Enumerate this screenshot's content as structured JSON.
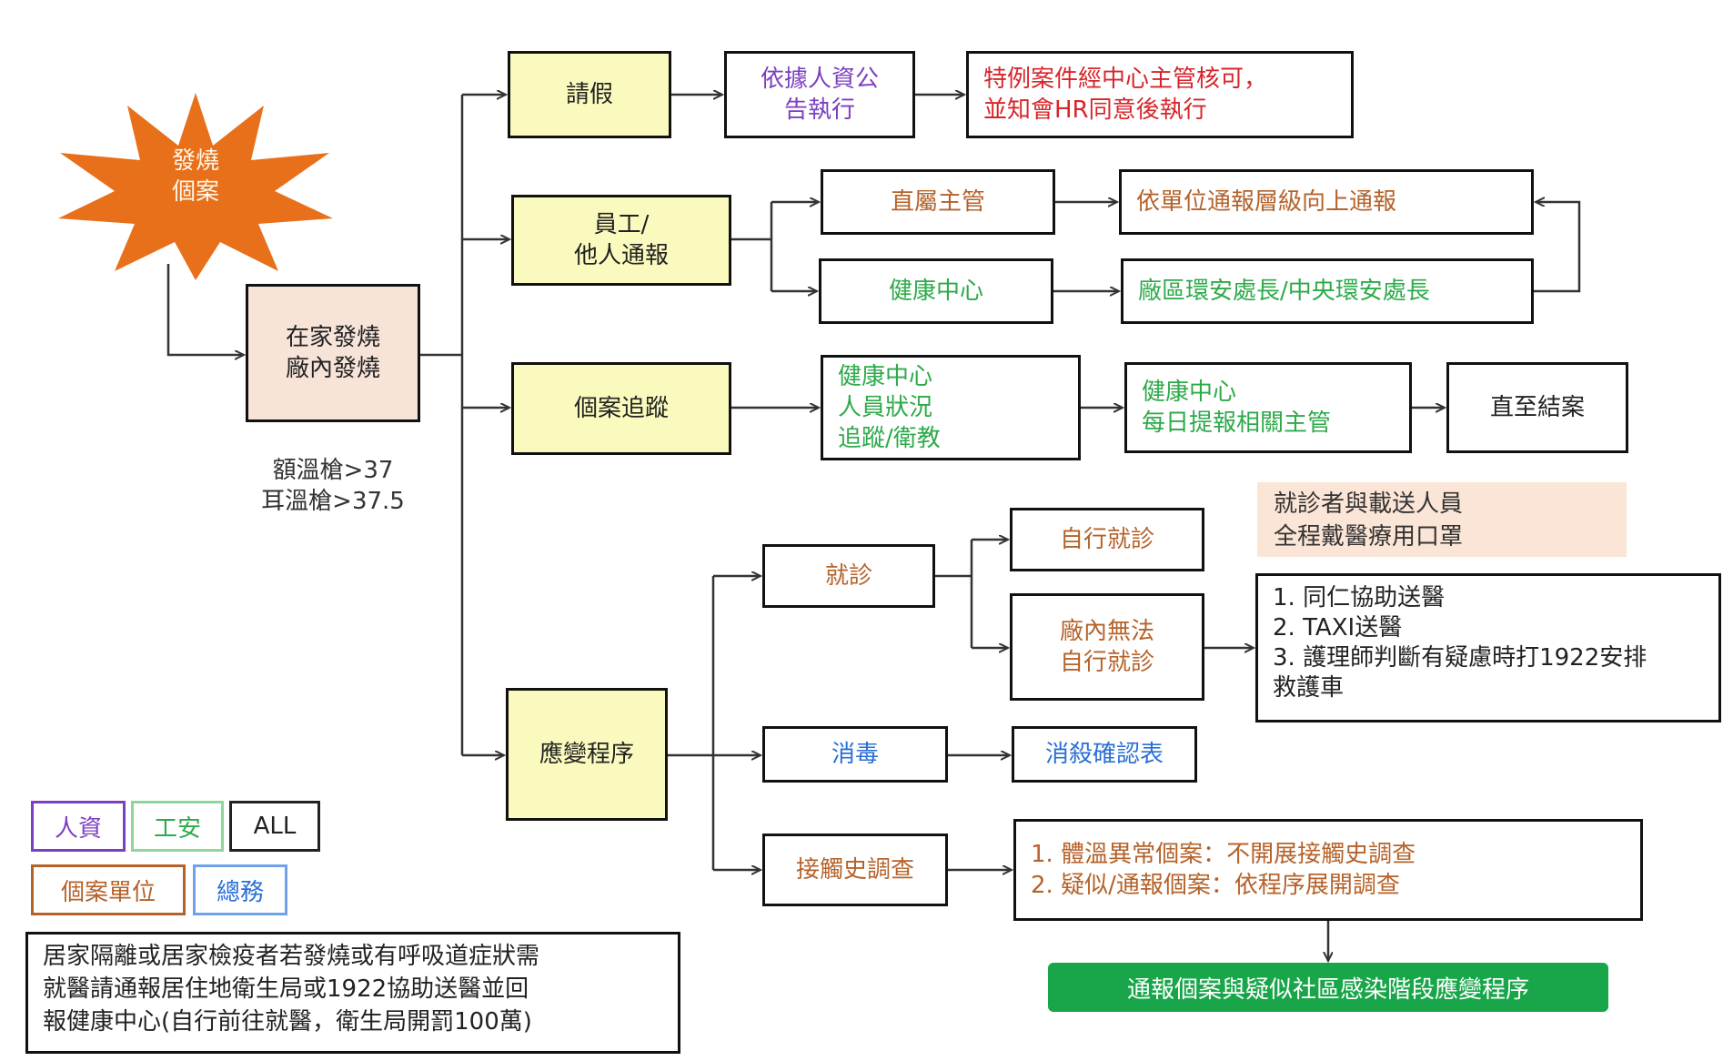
{
  "start": {
    "label": "發燒\n個案",
    "color": "#e8701a"
  },
  "home_factory": "在家發燒\n廠內發燒",
  "thermometer_note": "額溫槍>37\n耳溫槍>37.5",
  "branches": {
    "leave": "請假",
    "report": "員工/\n他人通報",
    "tracking": "個案追蹤",
    "response": "應變程序"
  },
  "leave_flow": {
    "hr_notice": "依據人資公\n告執行",
    "special": "特例案件經中心主管核可，\n並知會HR同意後執行"
  },
  "report_flow": {
    "supervisor": "直屬主管",
    "escalate": "依單位通報層級向上通報",
    "health_center": "健康中心",
    "safety_chief": "廠區環安處長/中央環安處長"
  },
  "tracking_flow": {
    "hc_status": "健康中心\n人員狀況\n追蹤/衛教",
    "hc_daily": "健康中心\n每日提報相關主管",
    "until_close": "直至結案"
  },
  "response_flow": {
    "visit": "就診",
    "self_visit": "自行就診",
    "cannot_self": "廠內無法\n自行就診",
    "mask_note": "就診者與載送人員\n全程戴醫療用口罩",
    "transport_options": "1. 同仁協助送醫\n2. TAXI送醫\n3. 護理師判斷有疑慮時打1922安排\n    救護車",
    "disinfect": "消毒",
    "disinfect_form": "消殺確認表",
    "contact_history": "接觸史調查",
    "contact_items": "1. 體溫異常個案：不開展接觸史調查\n2. 疑似/通報個案：依程序展開調查",
    "final": "通報個案與疑似社區感染階段應變程序"
  },
  "legend": {
    "hr": "人資",
    "safety": "工安",
    "all": "ALL",
    "case_unit": "個案單位",
    "general": "總務"
  },
  "colors": {
    "hr": "#7b3fbf",
    "safety": "#2eaa4a",
    "all": "#222222",
    "case_unit": "#b5622a",
    "general": "#2a6fd6",
    "red": "#d6262b",
    "green_bar": "#19a64a"
  },
  "bottom_note": "居家隔離或居家檢疫者若發燒或有呼吸道症狀需\n就醫請通報居住地衛生局或1922協助送醫並回\n報健康中心(自行前往就醫，衛生局開罰100萬)"
}
